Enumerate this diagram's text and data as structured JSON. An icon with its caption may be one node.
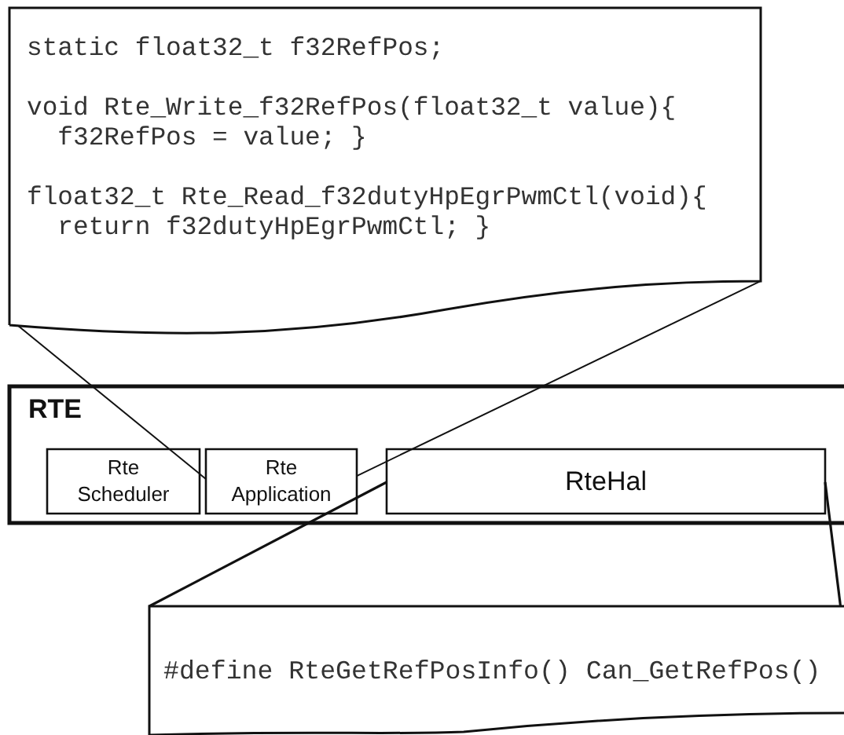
{
  "diagram": {
    "nodes": [
      {
        "text": [
          "static float32_t f32RefPos;",
          "void Rte_Write_f32RefPos(float32_t value){ f32RefPos = value; }",
          "float32_t Rte_Read_f32dutyHpEgrPwmCtl(void){ return f32dutyHpEgrPwmCtl; }"
        ]
      },
      {
        "text": [
          "RTE"
        ]
      },
      {
        "text": [
          "Rte Scheduler"
        ],
        "in": 1
      },
      {
        "text": [
          "Rte Application"
        ],
        "in": 1
      },
      {
        "text": [
          "RteHal"
        ],
        "in": 1
      },
      {
        "text": [
          "#define RteGetRefPosInfo() Can_GetRefPos()"
        ]
      }
    ],
    "edges": [
      {
        "from": 0,
        "to": 3,
        "arrow": "none"
      },
      {
        "from": 0,
        "to": 3,
        "arrow": "none"
      },
      {
        "from": 4,
        "to": 5,
        "arrow": "none"
      },
      {
        "from": 4,
        "to": 5,
        "arrow": "none"
      }
    ]
  }
}
